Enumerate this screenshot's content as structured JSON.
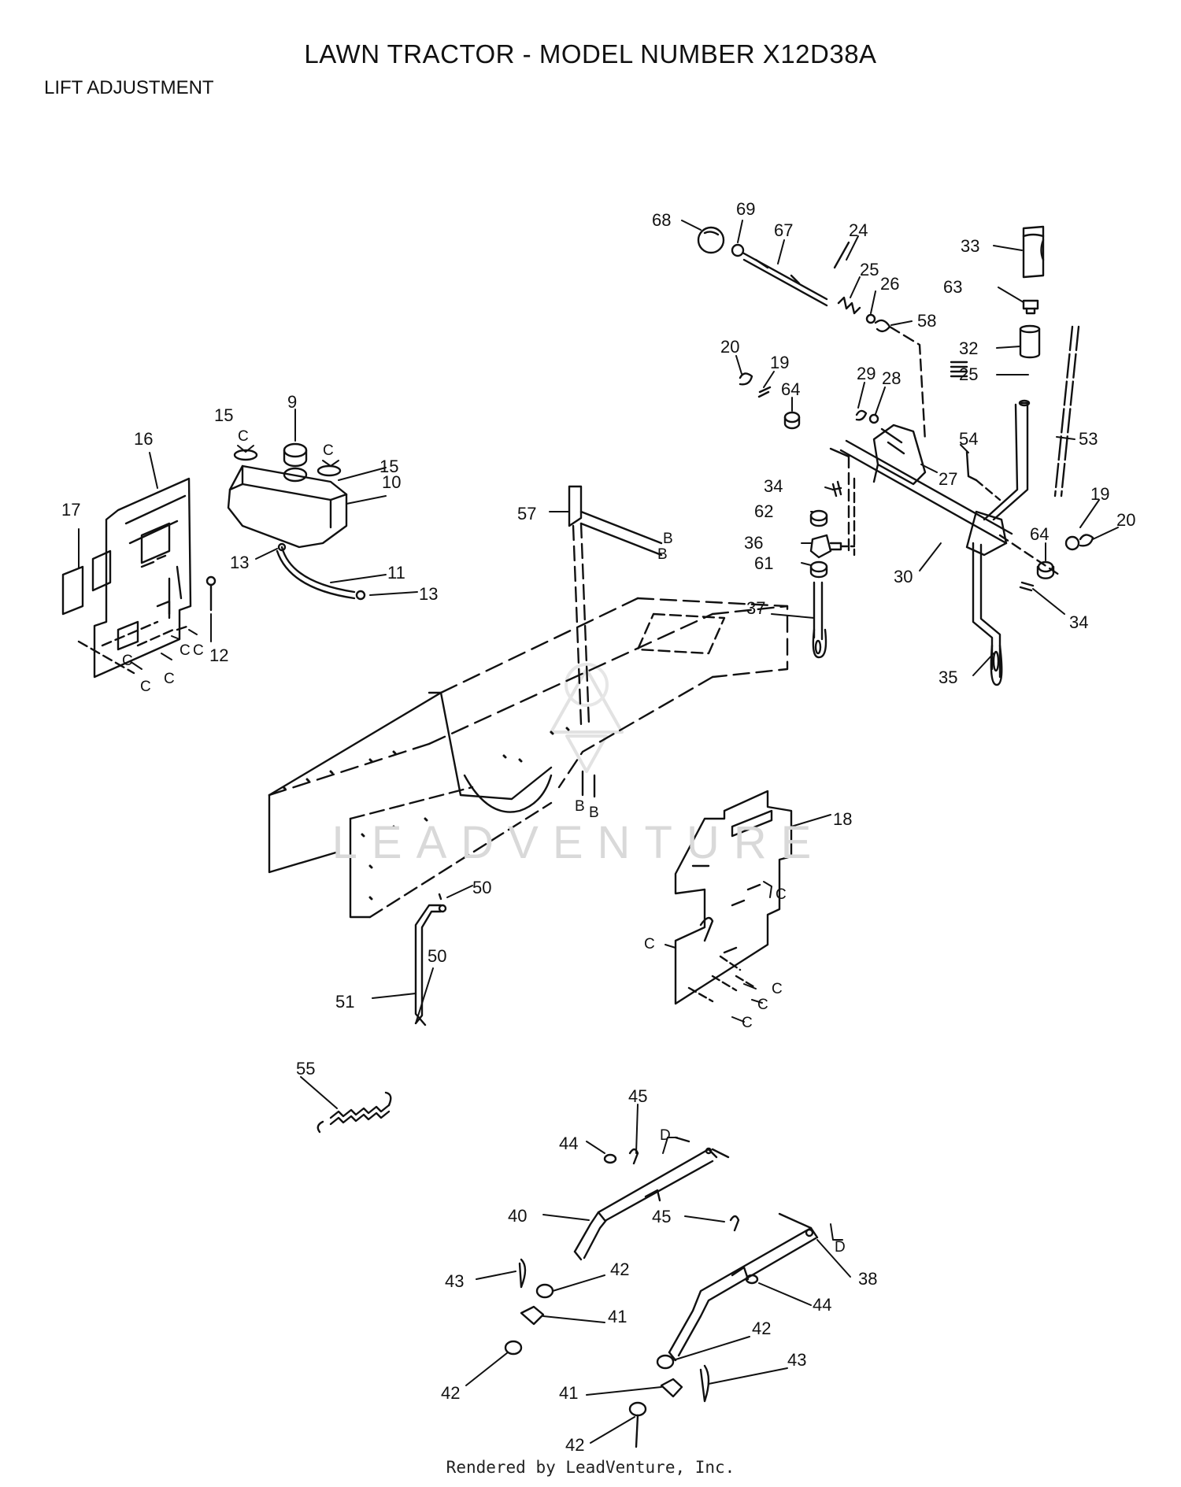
{
  "title": "LAWN TRACTOR - MODEL NUMBER X12D38A",
  "section": "LIFT ADJUSTMENT",
  "watermark": "LEADVENTURE",
  "footer": "Rendered by LeadVenture, Inc.",
  "callouts": [
    {
      "id": "c68",
      "text": "68"
    },
    {
      "id": "c69",
      "text": "69"
    },
    {
      "id": "c67",
      "text": "67"
    },
    {
      "id": "c24",
      "text": "24"
    },
    {
      "id": "c25a",
      "text": "25"
    },
    {
      "id": "c26",
      "text": "26"
    },
    {
      "id": "c58",
      "text": "58"
    },
    {
      "id": "c33",
      "text": "33"
    },
    {
      "id": "c63",
      "text": "63"
    },
    {
      "id": "c32",
      "text": "32"
    },
    {
      "id": "c25b",
      "text": "25"
    },
    {
      "id": "c20a",
      "text": "20"
    },
    {
      "id": "c19a",
      "text": "19"
    },
    {
      "id": "c64a",
      "text": "64"
    },
    {
      "id": "c29",
      "text": "29"
    },
    {
      "id": "c28",
      "text": "28"
    },
    {
      "id": "c27",
      "text": "27"
    },
    {
      "id": "c54",
      "text": "54"
    },
    {
      "id": "c53",
      "text": "53"
    },
    {
      "id": "c34a",
      "text": "34"
    },
    {
      "id": "c62",
      "text": "62"
    },
    {
      "id": "c36",
      "text": "36"
    },
    {
      "id": "c61",
      "text": "61"
    },
    {
      "id": "c30",
      "text": "30"
    },
    {
      "id": "c19b",
      "text": "19"
    },
    {
      "id": "c20b",
      "text": "20"
    },
    {
      "id": "c64b",
      "text": "64"
    },
    {
      "id": "c34b",
      "text": "34"
    },
    {
      "id": "c37",
      "text": "37"
    },
    {
      "id": "c35",
      "text": "35"
    },
    {
      "id": "c16",
      "text": "16"
    },
    {
      "id": "c17",
      "text": "17"
    },
    {
      "id": "c15a",
      "text": "15"
    },
    {
      "id": "c9",
      "text": "9"
    },
    {
      "id": "c15b",
      "text": "15"
    },
    {
      "id": "c10",
      "text": "10"
    },
    {
      "id": "c13a",
      "text": "13"
    },
    {
      "id": "c11",
      "text": "11"
    },
    {
      "id": "c13b",
      "text": "13"
    },
    {
      "id": "c12",
      "text": "12"
    },
    {
      "id": "c57",
      "text": "57"
    },
    {
      "id": "c18",
      "text": "18"
    },
    {
      "id": "c50a",
      "text": "50"
    },
    {
      "id": "c50b",
      "text": "50"
    },
    {
      "id": "c51",
      "text": "51"
    },
    {
      "id": "c55",
      "text": "55"
    },
    {
      "id": "c45a",
      "text": "45"
    },
    {
      "id": "c44a",
      "text": "44"
    },
    {
      "id": "c40",
      "text": "40"
    },
    {
      "id": "c45b",
      "text": "45"
    },
    {
      "id": "c38",
      "text": "38"
    },
    {
      "id": "c44b",
      "text": "44"
    },
    {
      "id": "c43a",
      "text": "43"
    },
    {
      "id": "c42a",
      "text": "42"
    },
    {
      "id": "c41a",
      "text": "41"
    },
    {
      "id": "c42b",
      "text": "42"
    },
    {
      "id": "c42c",
      "text": "42"
    },
    {
      "id": "c43b",
      "text": "43"
    },
    {
      "id": "c41b",
      "text": "41"
    },
    {
      "id": "c42d",
      "text": "42"
    }
  ],
  "refs": [
    {
      "id": "rB1",
      "text": "B"
    },
    {
      "id": "rB2",
      "text": "B"
    },
    {
      "id": "rB3",
      "text": "B"
    },
    {
      "id": "rB4",
      "text": "B"
    },
    {
      "id": "rC1",
      "text": "C"
    },
    {
      "id": "rC2",
      "text": "C"
    },
    {
      "id": "rC3",
      "text": "C"
    },
    {
      "id": "rC4",
      "text": "C"
    },
    {
      "id": "rC5",
      "text": "C"
    },
    {
      "id": "rC6",
      "text": "C"
    },
    {
      "id": "rC7",
      "text": "C"
    },
    {
      "id": "rC8",
      "text": "C"
    },
    {
      "id": "rC9",
      "text": "C"
    },
    {
      "id": "rC10",
      "text": "C"
    },
    {
      "id": "rC11",
      "text": "C"
    },
    {
      "id": "rC12",
      "text": "C"
    },
    {
      "id": "rD1",
      "text": "D"
    },
    {
      "id": "rD2",
      "text": "D"
    }
  ]
}
